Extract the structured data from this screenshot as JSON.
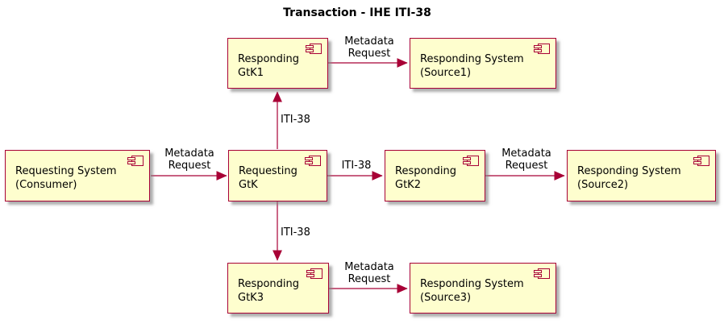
{
  "title": "Transaction - IHE ITI-38",
  "colors": {
    "box_fill": "#FEFECE",
    "box_border": "#A80036",
    "arrow": "#A80036",
    "text": "#000000",
    "background": "#FFFFFF"
  },
  "components": [
    {
      "name": "requesting-system-consumer",
      "label": "Requesting System\n(Consumer)"
    },
    {
      "name": "requesting-gtk",
      "label": "Requesting\nGtK"
    },
    {
      "name": "responding-gtk1",
      "label": "Responding\nGtK1"
    },
    {
      "name": "responding-system-source1",
      "label": "Responding System\n(Source1)"
    },
    {
      "name": "responding-gtk2",
      "label": "Responding\nGtK2"
    },
    {
      "name": "responding-system-source2",
      "label": "Responding System\n(Source2)"
    },
    {
      "name": "responding-gtk3",
      "label": "Responding\nGtK3"
    },
    {
      "name": "responding-system-source3",
      "label": "Responding System\n(Source3)"
    }
  ],
  "edges": [
    {
      "from": "Requesting System (Consumer)",
      "to": "Requesting GtK",
      "label": "Metadata\nRequest"
    },
    {
      "from": "Requesting GtK",
      "to": "Responding GtK1",
      "label": "ITI-38"
    },
    {
      "from": "Responding GtK1",
      "to": "Responding System (Source1)",
      "label": "Metadata\nRequest"
    },
    {
      "from": "Requesting GtK",
      "to": "Responding GtK2",
      "label": "ITI-38"
    },
    {
      "from": "Responding GtK2",
      "to": "Responding System (Source2)",
      "label": "Metadata\nRequest"
    },
    {
      "from": "Requesting GtK",
      "to": "Responding GtK3",
      "label": "ITI-38"
    },
    {
      "from": "Responding GtK3",
      "to": "Responding System (Source3)",
      "label": "Metadata\nRequest"
    }
  ]
}
